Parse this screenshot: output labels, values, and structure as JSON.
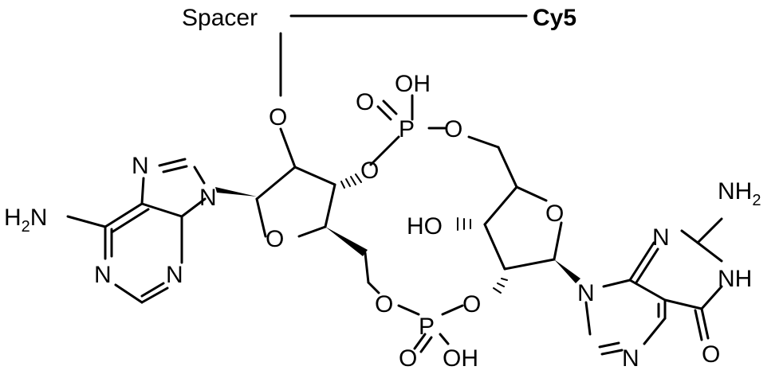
{
  "labels": {
    "spacer": "Spacer",
    "cy5": "Cy5",
    "o": "O",
    "n": "N",
    "p": "P",
    "oh": "OH",
    "ho": "HO",
    "nh": "NH",
    "h": "H",
    "sub2": "2"
  },
  "colors": {
    "ink": "#000000",
    "background": "#ffffff"
  }
}
